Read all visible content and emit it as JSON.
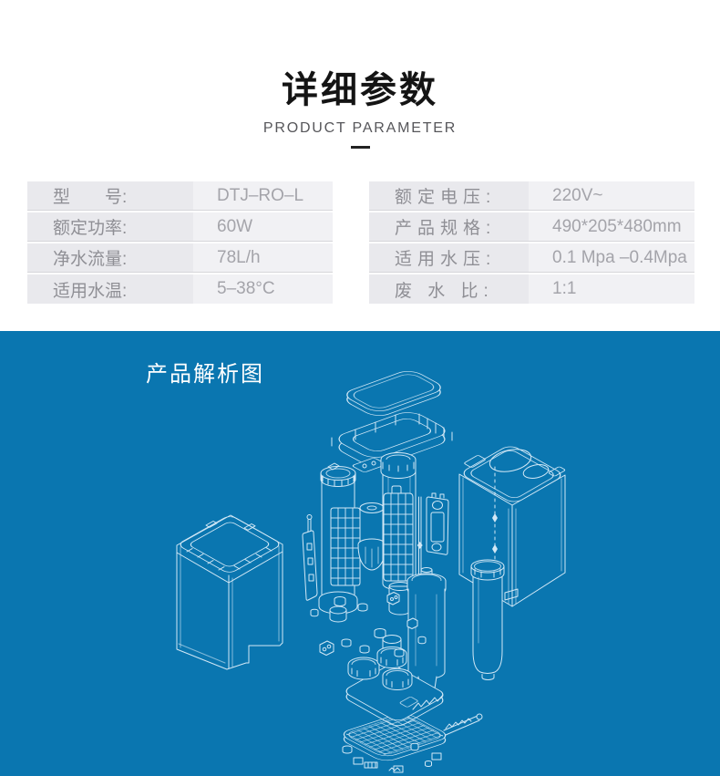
{
  "header": {
    "title": "详细参数",
    "subtitle": "PRODUCT PARAMETER"
  },
  "spec_table": {
    "left": [
      {
        "label": "型　　号:",
        "value": "DTJ–RO–L"
      },
      {
        "label": "额定功率:",
        "value": "60W"
      },
      {
        "label": "净水流量:",
        "value": "78L/h"
      },
      {
        "label": "适用水温:",
        "value": "5–38°C"
      }
    ],
    "right": [
      {
        "label": "额定电压:",
        "value": "220V~"
      },
      {
        "label": "产品规格:",
        "value": "490*205*480mm"
      },
      {
        "label": "适用水压:",
        "value": "0.1 Mpa –0.4Mpa"
      },
      {
        "label": "废 水 比:",
        "value": "1:1"
      }
    ]
  },
  "diagram": {
    "title": "产品解析图",
    "background": "#0a76b0",
    "line_color": "#d2e8f6"
  }
}
